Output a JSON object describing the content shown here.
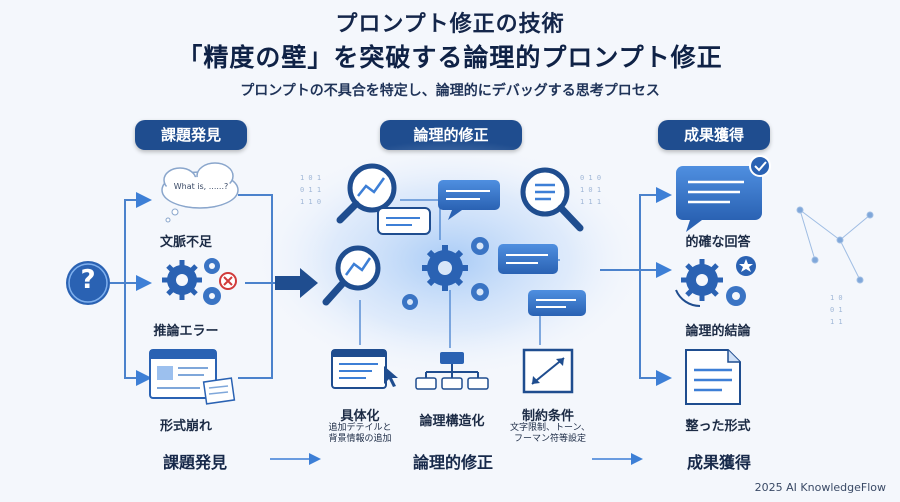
{
  "header": {
    "title_line1": "プロンプト修正の技術",
    "title_line2": "「精度の壁」を突破する論理的プロンプト修正",
    "subtitle": "プロンプトの不具合を特定し、論理的にデバッグする思考プロセス"
  },
  "stages": {
    "discovery": "課題発見",
    "correction": "論理的修正",
    "result": "成果獲得"
  },
  "problems": {
    "question_mark": "?",
    "cloud_text": "What is, ......?",
    "item1": "文脈不足",
    "item2": "推論エラー",
    "item3": "形式崩れ"
  },
  "methods": {
    "m1_label": "具体化",
    "m1_desc_line1": "追加デテイルと",
    "m1_desc_line2": "背景情報の追加",
    "m2_label": "論理構造化",
    "m3_label": "制約条件",
    "m3_desc_line1": "文字限制、トーン、",
    "m3_desc_line2": "フーマン符等設定"
  },
  "results": {
    "item1": "的確な回答",
    "item2": "論理的結論",
    "item3": "整った形式"
  },
  "bottom": {
    "discovery": "課題発見",
    "correction": "論理的修正",
    "result": "成果獲得"
  },
  "footer": "2025 AI KnowledgeFlow",
  "colors": {
    "navy": "#1f4d8f",
    "blue": "#3d7fd6",
    "light": "#cfe0f7"
  }
}
